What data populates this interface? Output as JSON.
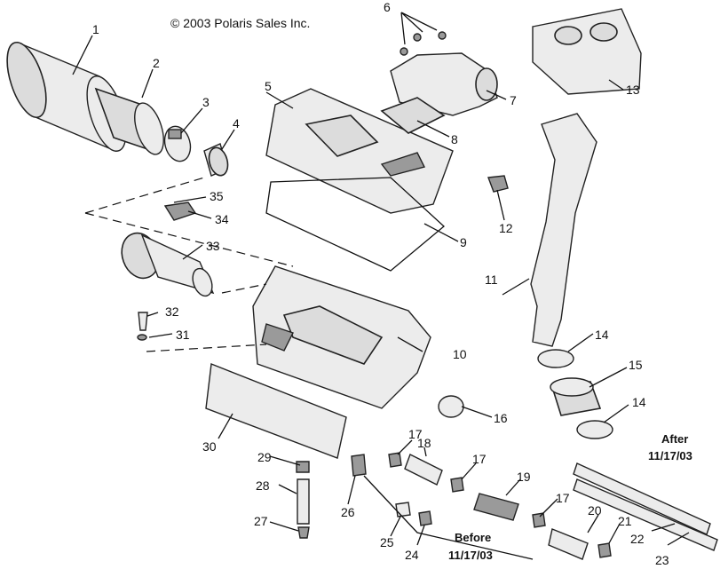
{
  "copyright": "© 2003 Polaris Sales Inc.",
  "notes": {
    "after": [
      "After",
      "11/17/03"
    ],
    "before": [
      "Before",
      "11/17/03"
    ]
  },
  "callouts": [
    "1",
    "2",
    "3",
    "4",
    "5",
    "6",
    "7",
    "8",
    "9",
    "10",
    "11",
    "12",
    "13",
    "14",
    "14",
    "15",
    "16",
    "17",
    "17",
    "17",
    "18",
    "19",
    "20",
    "21",
    "22",
    "23",
    "24",
    "25",
    "26",
    "27",
    "28",
    "29",
    "30",
    "31",
    "32",
    "33",
    "34",
    "35"
  ]
}
